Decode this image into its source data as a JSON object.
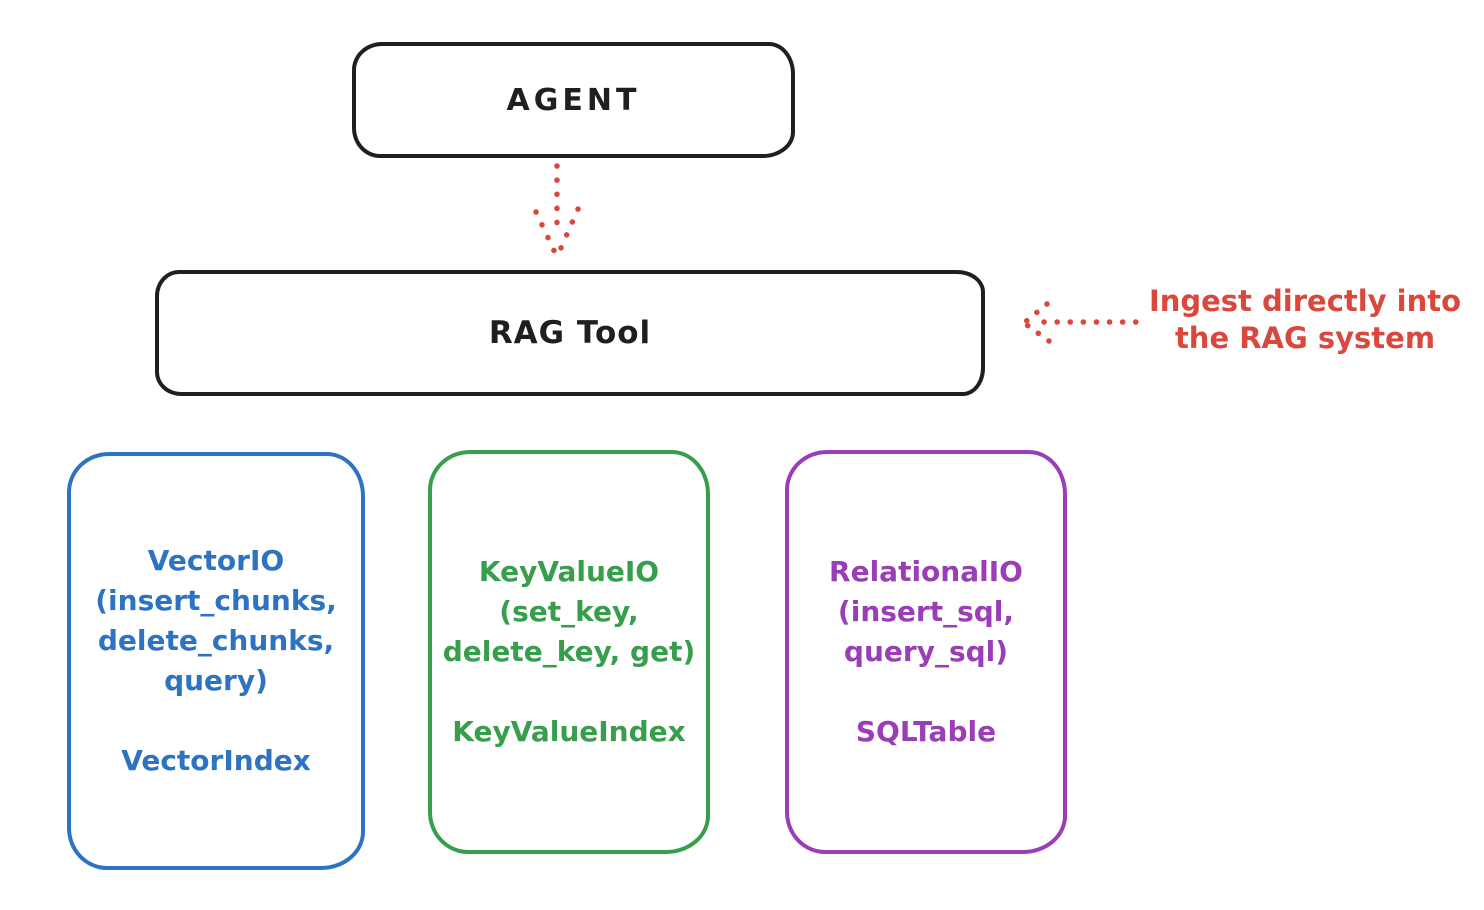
{
  "agent_box": {
    "label": "AGENT"
  },
  "rag_tool_box": {
    "label": "RAG Tool"
  },
  "ingest_annotation": {
    "line1": "Ingest directly into",
    "line2": "the RAG system",
    "color": "#d9473d"
  },
  "arrows": {
    "agent_to_rag": {
      "style": "dotted",
      "direction": "down",
      "color": "#d9473d"
    },
    "annotation_to_rag": {
      "style": "dotted",
      "direction": "left",
      "color": "#d9473d"
    }
  },
  "io_boxes": [
    {
      "name": "vector-io",
      "color": "#2e73c2",
      "lines": [
        "VectorIO",
        "(insert_chunks,",
        "delete_chunks,",
        "query)"
      ],
      "index_label": "VectorIndex"
    },
    {
      "name": "keyvalue-io",
      "color": "#379e4c",
      "lines": [
        "KeyValueIO",
        "(set_key,",
        "delete_key, get)"
      ],
      "index_label": "KeyValueIndex"
    },
    {
      "name": "relational-io",
      "color": "#9b3db6",
      "lines": [
        "RelationalIO",
        "(insert_sql,",
        "query_sql)"
      ],
      "index_label": "SQLTable"
    }
  ],
  "palette": {
    "ink": "#1f1f1f",
    "red": "#d9473d",
    "blue": "#2e73c2",
    "green": "#379e4c",
    "purple": "#9b3db6",
    "background": "#ffffff"
  }
}
